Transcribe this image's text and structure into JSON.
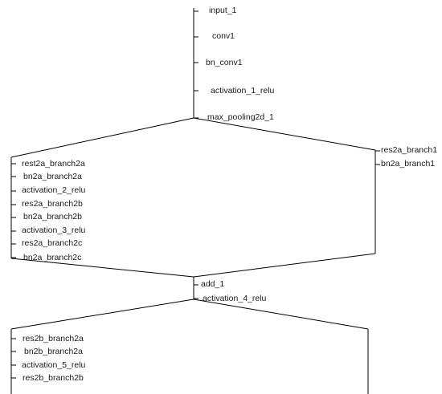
{
  "graph": {
    "main_trunk": [
      "input_1",
      "conv1",
      "bn_conv1",
      "activation_1_relu",
      "max_pooling2d_1"
    ],
    "block_2a_left": [
      "rest2a_branch2a",
      "bn2a_branch2a",
      "activation_2_relu",
      "res2a_branch2b",
      "bn2a_branch2b",
      "activation_3_relu",
      "res2a_branch2c",
      "bn2a_branch2c"
    ],
    "block_2a_right": [
      "res2a_branch1",
      "bn2a_branch1"
    ],
    "merge_1": [
      "add_1",
      "activation_4_relu"
    ],
    "block_2b_left": [
      "res2b_branch2a",
      "bn2b_branch2a",
      "activation_5_relu",
      "res2b_branch2b"
    ]
  }
}
